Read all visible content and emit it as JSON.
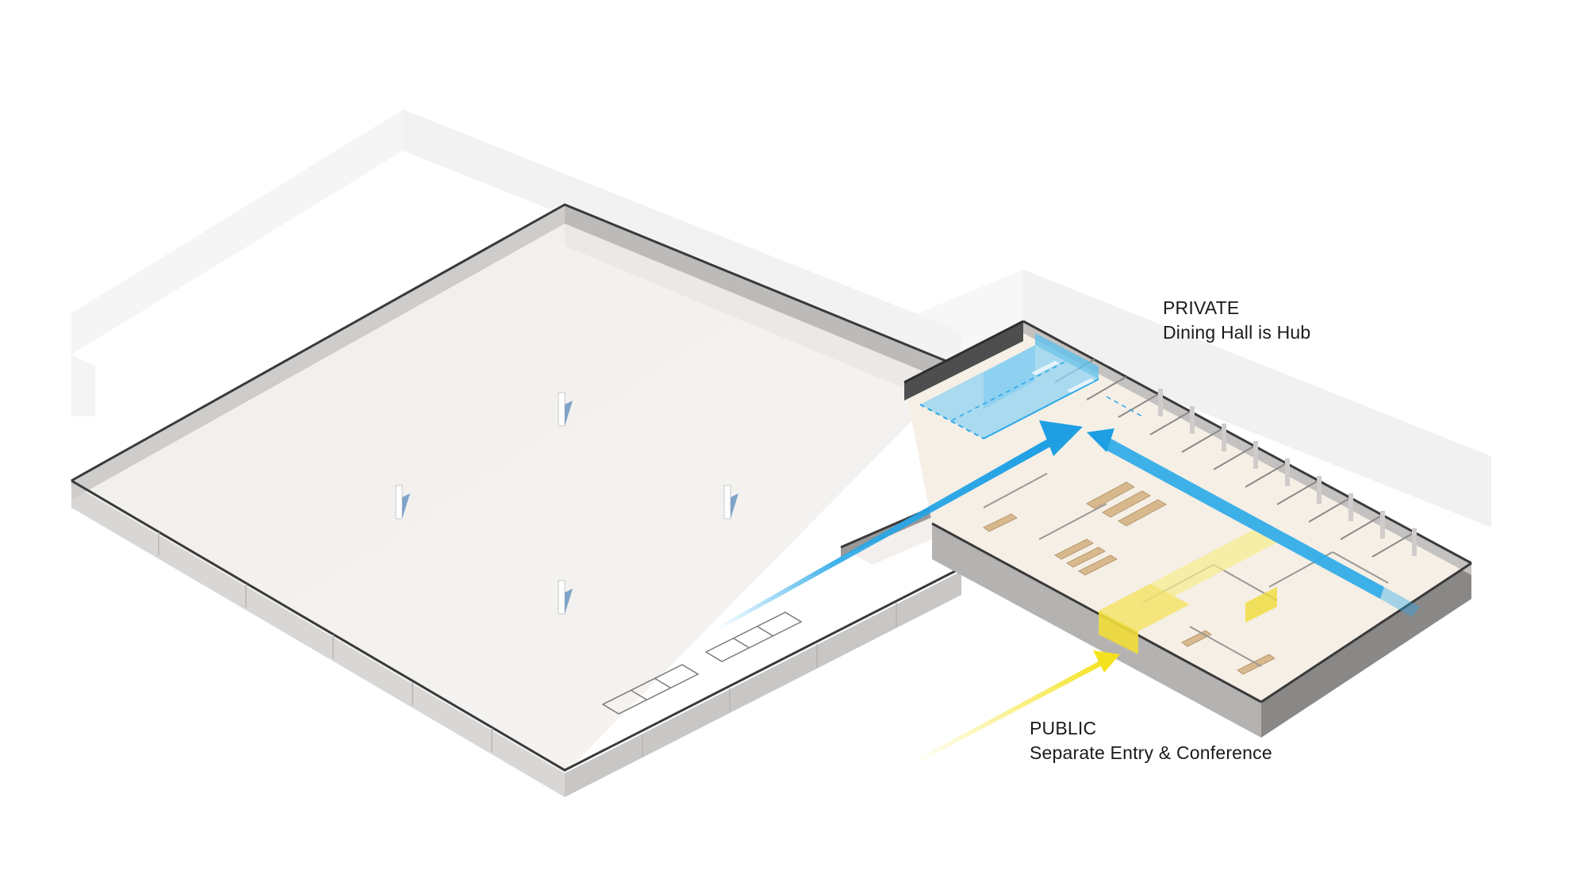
{
  "labels": {
    "private": {
      "title": "PRIVATE",
      "subtitle": "Dining Hall is Hub"
    },
    "public": {
      "title": "PUBLIC",
      "subtitle": "Separate Entry & Conference"
    }
  },
  "colors": {
    "private_circulation": "#2aa8e8",
    "private_zone": "#8fd3f2",
    "public_circulation": "#f5e83a",
    "public_zone": "#f3e46a",
    "wall_dark": "#555555",
    "floor": "#f4f1ee",
    "context_ghost": "#ededed"
  }
}
